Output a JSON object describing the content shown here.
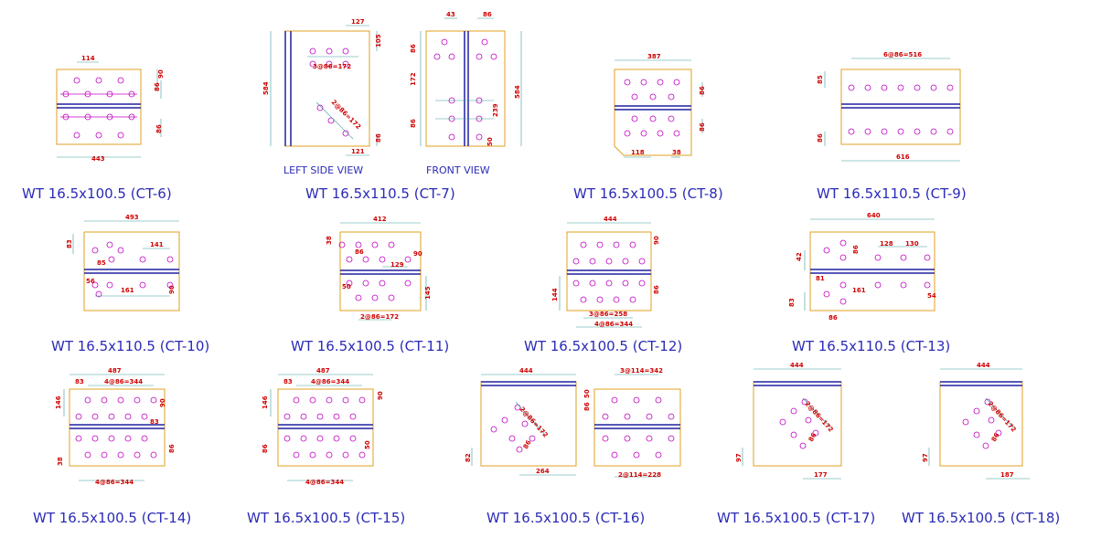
{
  "colors": {
    "caption": "#2b2bb8",
    "dimension_text": "#d00000",
    "plate": "#e0a020",
    "web_line": "#2020a0",
    "bolt": "#c000c0",
    "dimension_line": "#3a9a9a"
  },
  "views": {
    "left_side_view": "LEFT SIDE VIEW",
    "front_view": "FRONT VIEW"
  },
  "captions": [
    "WT 16.5x100.5 (CT-6)",
    "WT 16.5x110.5 (CT-7)",
    "WT 16.5x100.5 (CT-8)",
    "WT 16.5x110.5 (CT-9)",
    "WT 16.5x110.5 (CT-10)",
    "WT 16.5x100.5 (CT-11)",
    "WT 16.5x100.5 (CT-12)",
    "WT 16.5x110.5 (CT-13)",
    "WT 16.5x100.5 (CT-14)",
    "WT 16.5x100.5 (CT-15)",
    "WT 16.5x100.5 (CT-16)",
    "WT 16.5x100.5 (CT-17)",
    "WT 16.5x100.5 (CT-18)"
  ],
  "dimensions": {
    "ct6": [
      "114",
      "90",
      "86",
      "86",
      "443"
    ],
    "ct7_side": [
      "127",
      "105",
      "3@86=172",
      "2@86=172",
      "584",
      "121",
      "86"
    ],
    "ct7_front": [
      "43",
      "86",
      "86",
      "239",
      "172",
      "86",
      "50",
      "584"
    ],
    "ct8": [
      "387",
      "86",
      "86",
      "118",
      "38"
    ],
    "ct9": [
      "6@86=516",
      "85",
      "86",
      "616"
    ],
    "ct10": [
      "493",
      "83",
      "141",
      "85",
      "56",
      "161",
      "90"
    ],
    "ct11": [
      "412",
      "38",
      "86",
      "90",
      "129",
      "50",
      "145",
      "2@86=172"
    ],
    "ct12": [
      "444",
      "90",
      "144",
      "86",
      "3@86=258",
      "4@86=344"
    ],
    "ct13": [
      "640",
      "42",
      "86",
      "128",
      "130",
      "81",
      "161",
      "54",
      "83",
      "86"
    ],
    "ct14": [
      "487",
      "83",
      "4@86=344",
      "146",
      "90",
      "83",
      "86",
      "38",
      "4@86=344"
    ],
    "ct15": [
      "487",
      "83",
      "4@86=344",
      "146",
      "90",
      "86",
      "50",
      "4@86=344"
    ],
    "ct16a": [
      "444",
      "2@86=172",
      "82",
      "86",
      "264"
    ],
    "ct16b": [
      "3@114=342",
      "86",
      "50",
      "2@114=228"
    ],
    "ct17": [
      "444",
      "2@86=172",
      "86",
      "97",
      "177"
    ],
    "ct18": [
      "444",
      "2@86=172",
      "86",
      "97",
      "187"
    ]
  }
}
